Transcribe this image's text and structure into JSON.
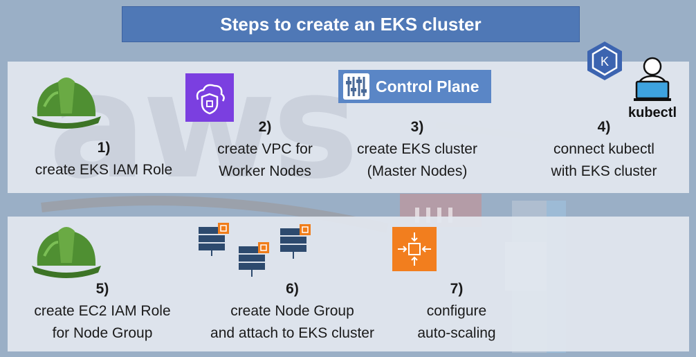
{
  "title": "Steps to create an EKS cluster",
  "watermark": "aws",
  "control_plane_label": "Control Plane",
  "kubectl_label": "kubectl",
  "kubernetes_logo_letter": "K",
  "steps": [
    {
      "num": "1)",
      "line1": "create EKS IAM Role",
      "line2": ""
    },
    {
      "num": "2)",
      "line1": "create VPC for",
      "line2": "Worker Nodes"
    },
    {
      "num": "3)",
      "line1": "create EKS cluster",
      "line2": "(Master Nodes)"
    },
    {
      "num": "4)",
      "line1": "connect kubectl",
      "line2": "with EKS cluster"
    },
    {
      "num": "5)",
      "line1": "create EC2 IAM Role",
      "line2": "for Node Group"
    },
    {
      "num": "6)",
      "line1": "create Node Group",
      "line2": "and attach to EKS cluster"
    },
    {
      "num": "7)",
      "line1": "configure",
      "line2": "auto-scaling"
    }
  ],
  "colors": {
    "background": "#9aafc6",
    "title_bar": "#4f78b6",
    "helmet": "#4a8a2e",
    "vpc_icon": "#7b3fe0",
    "autoscaling_icon": "#f27e1e",
    "server_icon": "#2d4a6e"
  }
}
